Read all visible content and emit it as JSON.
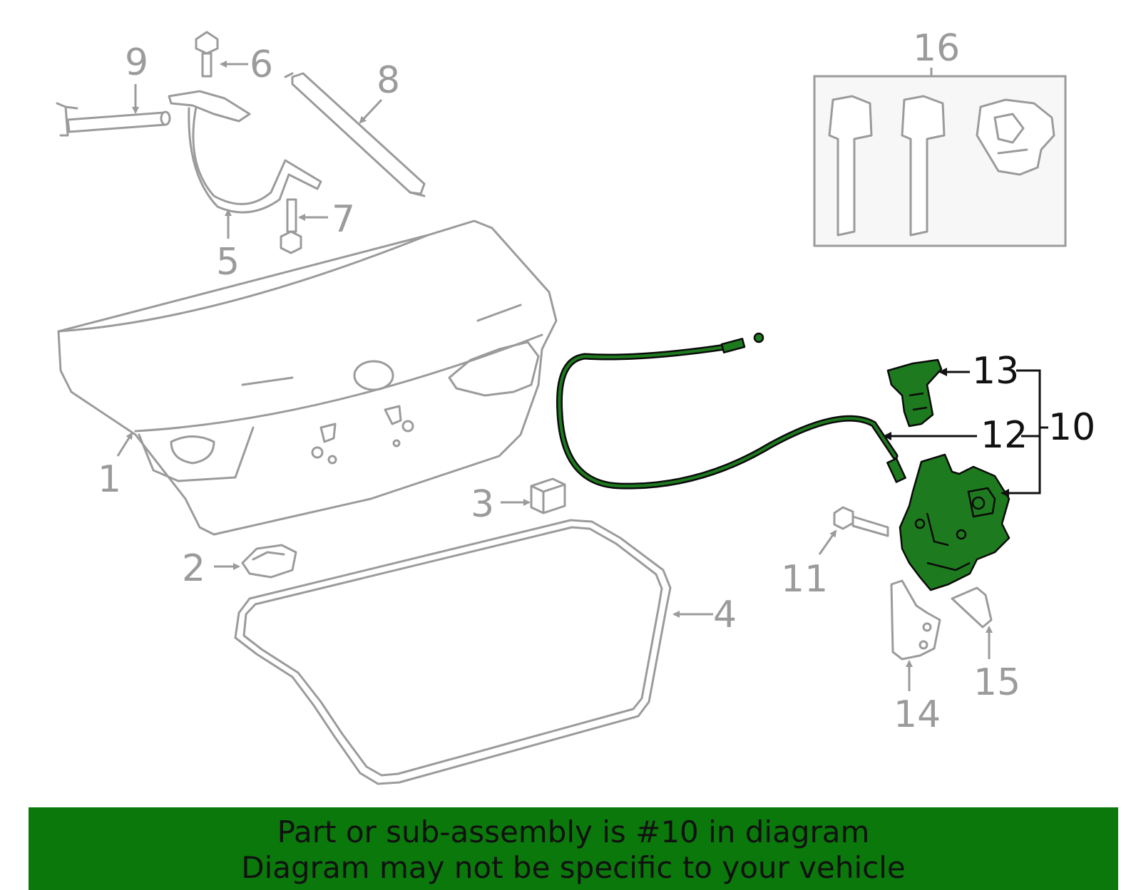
{
  "callouts": {
    "c1": "1",
    "c2": "2",
    "c3": "3",
    "c4": "4",
    "c5": "5",
    "c6": "6",
    "c7": "7",
    "c8": "8",
    "c9": "9",
    "c10": "10",
    "c11": "11",
    "c12": "12",
    "c13": "13",
    "c14": "14",
    "c15": "15",
    "c16": "16"
  },
  "banner": {
    "line1": "Part or sub-assembly is #10 in diagram",
    "line2": "Diagram may not be specific to your vehicle"
  },
  "colors": {
    "highlight": "#1e7a1e",
    "banner": "#0b780b",
    "outline": "#9b9b9b"
  }
}
